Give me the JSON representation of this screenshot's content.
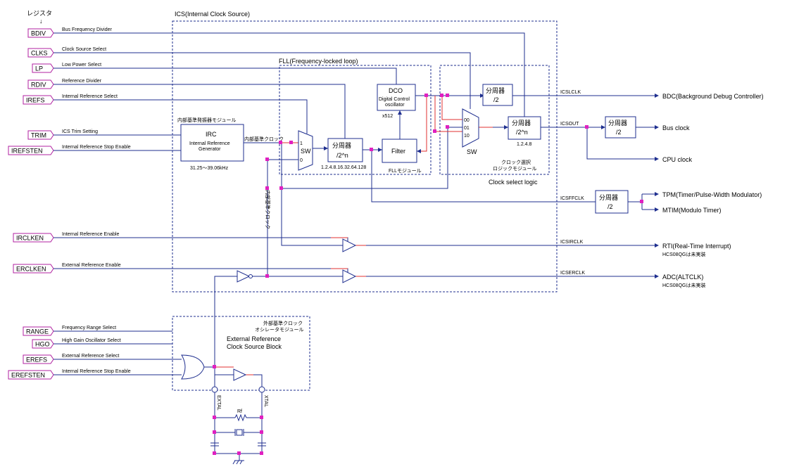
{
  "header": {
    "register_label": "レジスタ",
    "register_arrow": "↓"
  },
  "blocks": {
    "ics": "ICS(Internal Clock Source)",
    "fll": "FLL(Frequency-locked loop)",
    "fll_module": "FLLモジュール",
    "clock_select_jp1": "クロック選択",
    "clock_select_jp2": "ロジックモジュール",
    "clock_select_logic": "Clock select logic",
    "ext_jp1": "外部基準クロック",
    "ext_jp2": "オシレータモジュール",
    "ext_en1": "External Reference",
    "ext_en2": "Clock Source Block",
    "irc_jp": "内部基準発振器モジュール",
    "irc_title": "IRC",
    "irc_sub1": "Internal Reference",
    "irc_sub2": "Generator",
    "irc_range": "31.25～39.06kHz",
    "int_ref_clock": "内部基準クロック",
    "int_ref_clock_v": "内部基準クロック",
    "dco_title": "DCO",
    "dco_sub1": "Digital Control",
    "dco_sub2": "oscillator",
    "dco_mult": "x512",
    "filter": "Filter",
    "sw": "SW",
    "sw_in1": "1",
    "sw_in0": "0",
    "div_name": "分周器",
    "div2": "/2",
    "div2n": "/2^n",
    "fll_div_values": "1.2.4.8.16.32.64.128",
    "cs_div_values": "1.2.4.8",
    "mux_in00": "00",
    "mux_in01": "01",
    "mux_in10": "10"
  },
  "registers": [
    {
      "name": "BDIV",
      "desc": "Bus Frequency Divider"
    },
    {
      "name": "CLKS",
      "desc": "Clock Source Select"
    },
    {
      "name": "LP",
      "desc": "Low Power Select"
    },
    {
      "name": "RDIV",
      "desc": "Reference Divider"
    },
    {
      "name": "IREFS",
      "desc": "Internal Reference Select"
    },
    {
      "name": "TRIM",
      "desc": "ICS Trim Setting"
    },
    {
      "name": "IREFSTEN",
      "desc": "Internal Reference Stop Enable"
    },
    {
      "name": "IRCLKEN",
      "desc": "Internal Reference Enable"
    },
    {
      "name": "ERCLKEN",
      "desc": "External Reference Enable"
    },
    {
      "name": "RANGE",
      "desc": "Frequency Range Select"
    },
    {
      "name": "HGO",
      "desc": "High Gain Oscillator Select"
    },
    {
      "name": "EREFS",
      "desc": "External Reference Select"
    },
    {
      "name": "EREFSTEN",
      "desc": "Internal Reference Stop Enable"
    }
  ],
  "signals": {
    "icslclk": "ICSLCLK",
    "icsout": "ICSOUT",
    "icsffclk": "ICSFFCLK",
    "icsirclk": "ICSIRCLK",
    "icserclk": "ICSERCLK"
  },
  "outputs": {
    "bdc": "BDC(Background Debug Controller)",
    "bus": "Bus clock",
    "cpu": "CPU clock",
    "tpm": "TPM(Timer/Pulse-Width Modulator)",
    "mtim": "MTIM(Modulo Timer)",
    "rti": "RTI(Real-Time Interrupt)",
    "adc": "ADC(ALTCLK)",
    "not_impl": "HCS08QGは未実装"
  },
  "pins": {
    "extal": "EXTAL",
    "xtal": "XTAL",
    "rf": "Rf"
  },
  "colors": {
    "wire": "#1f2f8f",
    "red_wire": "#e03030",
    "junction": "#e020c0"
  }
}
